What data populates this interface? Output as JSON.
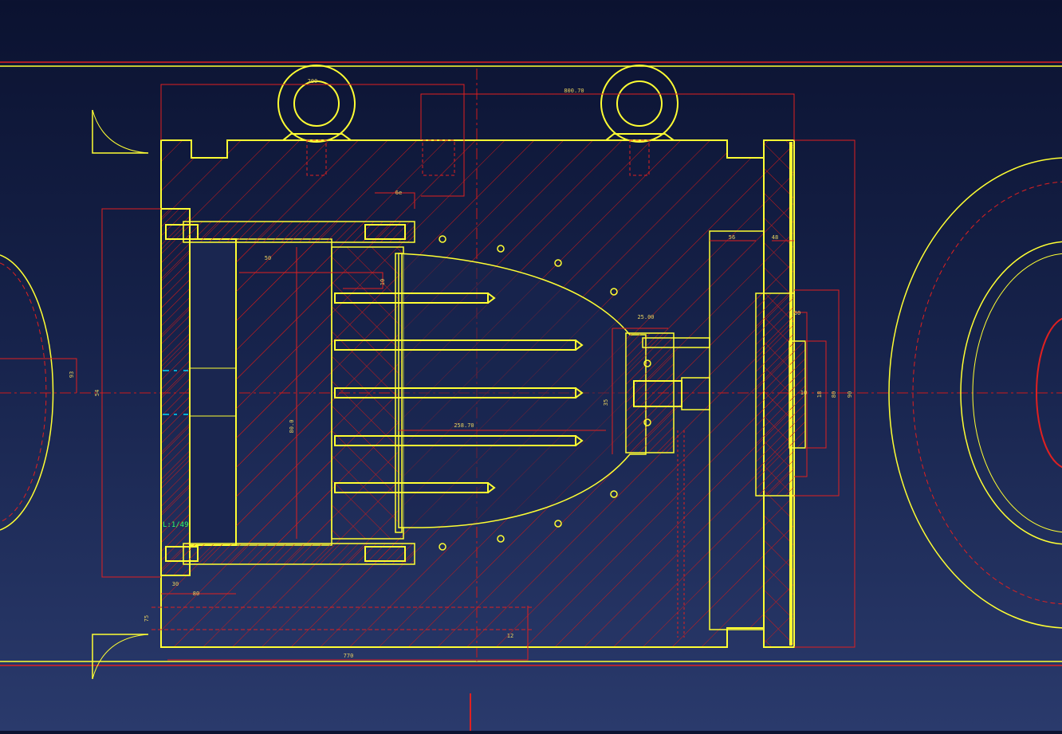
{
  "colors": {
    "background_top": "#0b1230",
    "background_bottom": "#2a3a6c",
    "outline": "#ffff33",
    "hatch": "#cc1a1a",
    "dimension": "#e02020",
    "annotation": "#33ff66",
    "construction": "#00d7ff"
  },
  "drawing": {
    "scale_label": "L:1/49",
    "dimensions": {
      "top_left": "200",
      "top_right": "800.70",
      "port_width": "6e",
      "bushing": "25.00",
      "overall_width": "770",
      "left_height": "54",
      "left_inner_height": "80.0",
      "slot": "50",
      "runner": "10",
      "cavity_width": "258.70",
      "core_offset": "35",
      "plate_thickness": "56",
      "plate_height": "48",
      "side_a": "30",
      "side_b": "18",
      "right_a": "80",
      "right_b": "90",
      "right_c": "10",
      "bottom_a": "30",
      "bottom_b": "80",
      "bottom_c": "75",
      "bottom_d": "12",
      "left_outer": "93"
    }
  }
}
